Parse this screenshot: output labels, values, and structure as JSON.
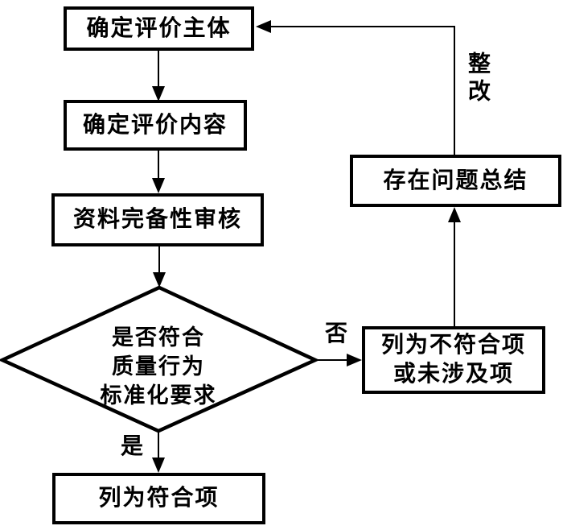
{
  "flowchart": {
    "nodes": {
      "determine_subject": "确定评价主体",
      "determine_content": "确定评价内容",
      "material_review": "资料完备性审核",
      "decision": {
        "line1": "是否符合",
        "line2": "质量行为",
        "line3": "标准化要求"
      },
      "nonconforming": {
        "line1": "列为不符合项",
        "line2": "或未涉及项"
      },
      "problem_summary": "存在问题总结",
      "conforming": "列为符合项"
    },
    "edge_labels": {
      "no": "否",
      "yes": "是",
      "rectify": "整改"
    },
    "colors": {
      "stroke": "#000000",
      "background": "#ffffff",
      "text": "#000000"
    }
  }
}
